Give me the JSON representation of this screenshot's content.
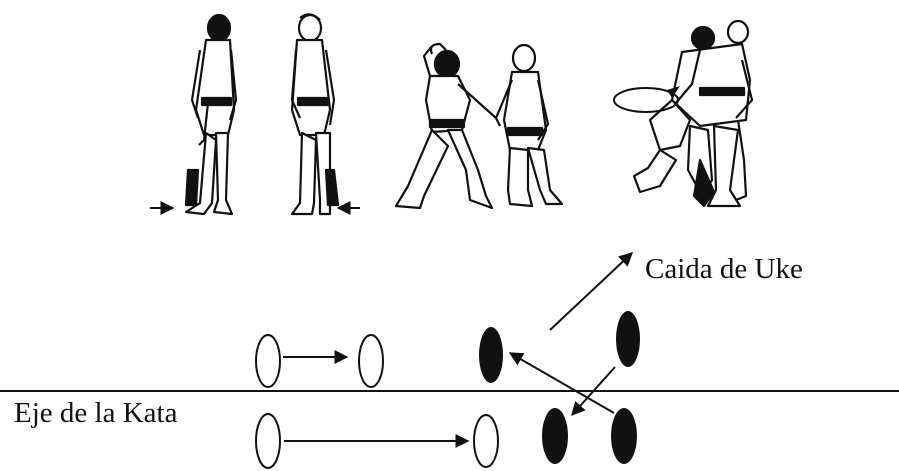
{
  "labels": {
    "uke_fall": "Caida de Uke",
    "kata_axis": "Eje de la Kata"
  },
  "colors": {
    "ink": "#111111",
    "background": "#ffffff",
    "filled_footprint": "#111111",
    "empty_footprint": "#ffffff"
  },
  "figures": [
    {
      "name": "figure-1-standing-left-facing"
    },
    {
      "name": "figure-2-standing-right-facing"
    },
    {
      "name": "figure-3-grip-step"
    },
    {
      "name": "figure-4-throw-rotation"
    }
  ],
  "footprints": [
    {
      "name": "footprint-open-upper-1",
      "filled": false
    },
    {
      "name": "footprint-open-upper-2",
      "filled": false
    },
    {
      "name": "footprint-filled-upper-1",
      "filled": true
    },
    {
      "name": "footprint-filled-upper-2",
      "filled": true
    },
    {
      "name": "footprint-open-lower-1",
      "filled": false
    },
    {
      "name": "footprint-open-lower-2",
      "filled": false
    },
    {
      "name": "footprint-filled-lower-1",
      "filled": true
    },
    {
      "name": "footprint-filled-lower-2",
      "filled": true
    }
  ]
}
